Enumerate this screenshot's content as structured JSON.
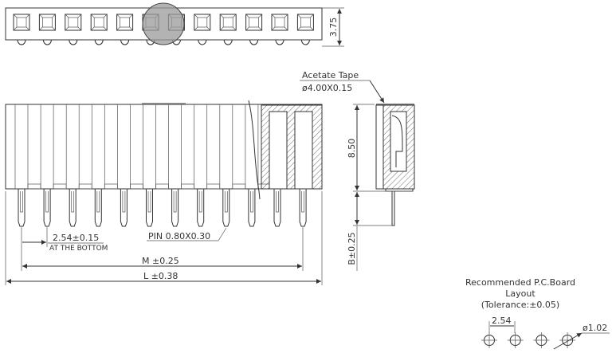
{
  "top_view": {
    "height_dim": "3.75",
    "cavity_count": 12
  },
  "front_view": {
    "pin_count": 12,
    "pitch_label": "2.54±0.15",
    "pitch_note": "AT THE BOTTOM",
    "pin_label": "PIN 0.80X0.30",
    "m_label": "M ±0.25",
    "l_label": "L ±0.38"
  },
  "side_view": {
    "tape_label": "Acetate Tape",
    "tape_size": "ø4.00X0.15",
    "height_dim": "8.50",
    "tail_dim": "B±0.25"
  },
  "pcb_layout": {
    "title_line1": "Recommended P.C.Board",
    "title_line2": "Layout",
    "tolerance": "(Tolerance:±0.05)",
    "pitch": "2.54",
    "hole_dia": "ø1.02",
    "hole_count": 4
  },
  "colors": {
    "line": "#333333",
    "shade": "#9a9a9a"
  }
}
